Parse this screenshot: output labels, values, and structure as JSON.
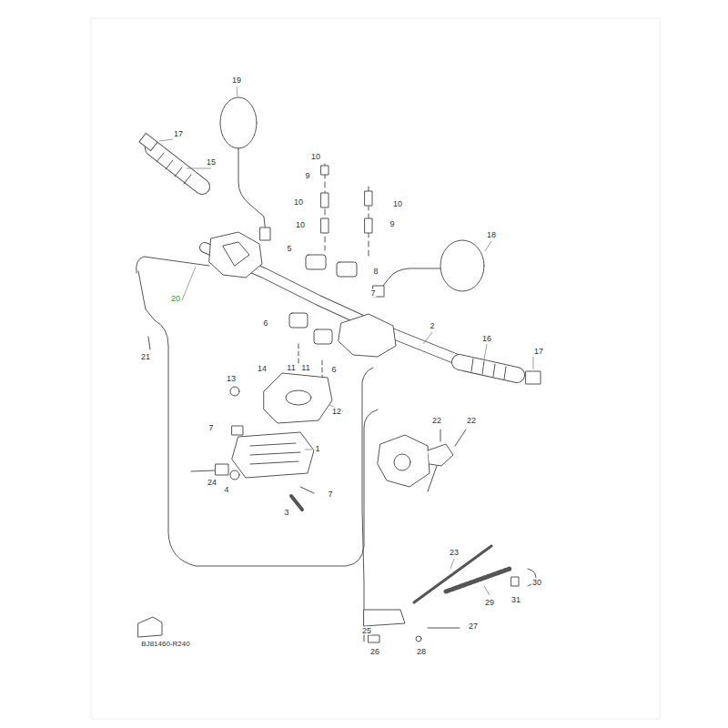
{
  "diagram": {
    "labels": [
      "19",
      "17",
      "10",
      "15",
      "9",
      "10",
      "10",
      "10",
      "9",
      "18",
      "5",
      "8",
      "7",
      "20",
      "6",
      "2",
      "16",
      "17",
      "21",
      "14",
      "11",
      "11",
      "6",
      "13",
      "12",
      "22",
      "22",
      "7",
      "1",
      "24",
      "4",
      "7",
      "3",
      "23",
      "30",
      "29",
      "31",
      "25",
      "27",
      "26",
      "28",
      "BJ81460-R240"
    ]
  }
}
